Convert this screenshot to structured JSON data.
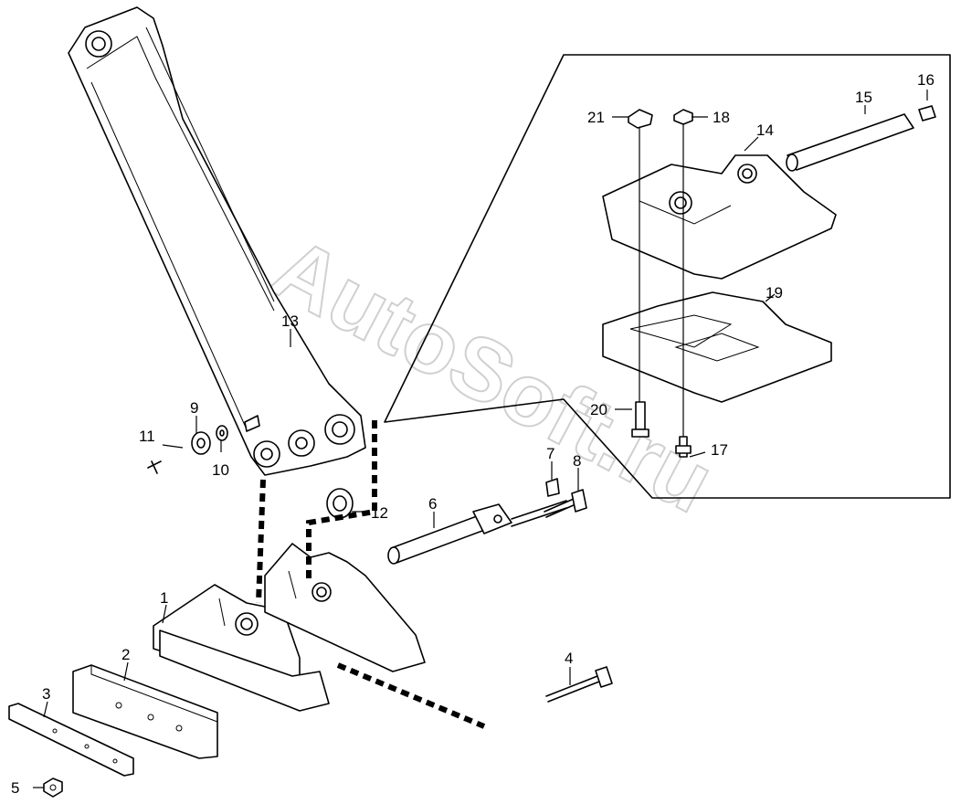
{
  "watermark": "AutoSoft.ru",
  "callouts": [
    "1",
    "2",
    "3",
    "4",
    "5",
    "6",
    "7",
    "8",
    "9",
    "10",
    "11",
    "12",
    "13",
    "14",
    "15",
    "16",
    "17",
    "18",
    "19",
    "20",
    "21"
  ]
}
